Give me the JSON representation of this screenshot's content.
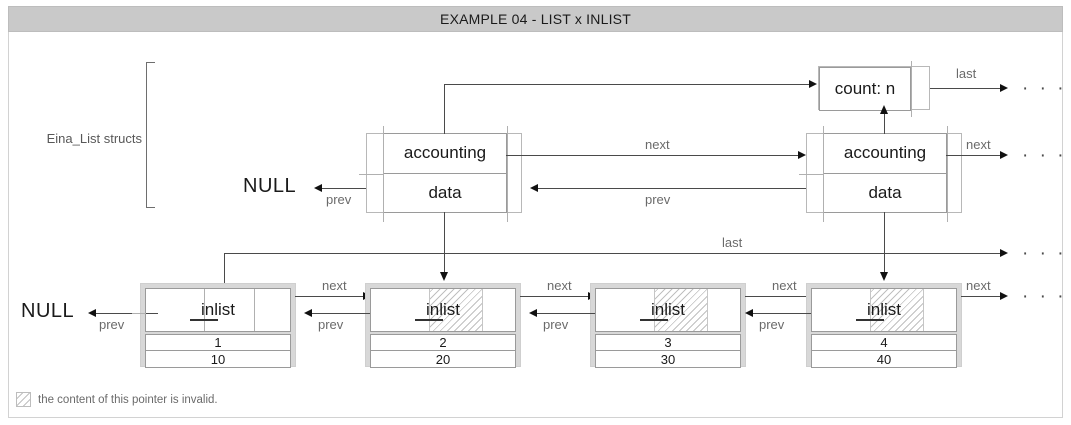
{
  "window": {
    "title": "EXAMPLE 04 - LIST x INLIST",
    "title_bg": "#c9c9c9"
  },
  "labels": {
    "eina_list_structs": "Eina_List structs",
    "null_top": "NULL",
    "null_bottom": "NULL",
    "ellipsis": "· · ·"
  },
  "count_box": {
    "text": "count: n",
    "out_label": "last"
  },
  "structs": [
    {
      "id": "struct-1",
      "accounting": "accounting",
      "data": "data",
      "prev_label": "prev",
      "next_label": "next"
    },
    {
      "id": "struct-2",
      "accounting": "accounting",
      "data": "data",
      "prev_label": "prev",
      "next_label": "next"
    }
  ],
  "edges": {
    "struct_next": "next",
    "struct_prev": "prev",
    "struct2_next": "next",
    "last_long": "last",
    "last_count": "last"
  },
  "nodes": [
    {
      "id": "node-1",
      "label": "inlist",
      "value_a": "1",
      "value_b": "10",
      "invalid": false,
      "next_label": "next",
      "prev_label": "prev"
    },
    {
      "id": "node-2",
      "label": "inlist",
      "value_a": "2",
      "value_b": "20",
      "invalid": true,
      "next_label": "next",
      "prev_label": "prev"
    },
    {
      "id": "node-3",
      "label": "inlist",
      "value_a": "3",
      "value_b": "30",
      "invalid": true,
      "next_label": "next",
      "prev_label": "prev"
    },
    {
      "id": "node-4",
      "label": "inlist",
      "value_a": "4",
      "value_b": "40",
      "invalid": true,
      "next_label": "next",
      "prev_label": "prev"
    }
  ],
  "legend": {
    "text": "the content of this pointer is invalid.",
    "swatch": "hatched-invalid-icon"
  }
}
